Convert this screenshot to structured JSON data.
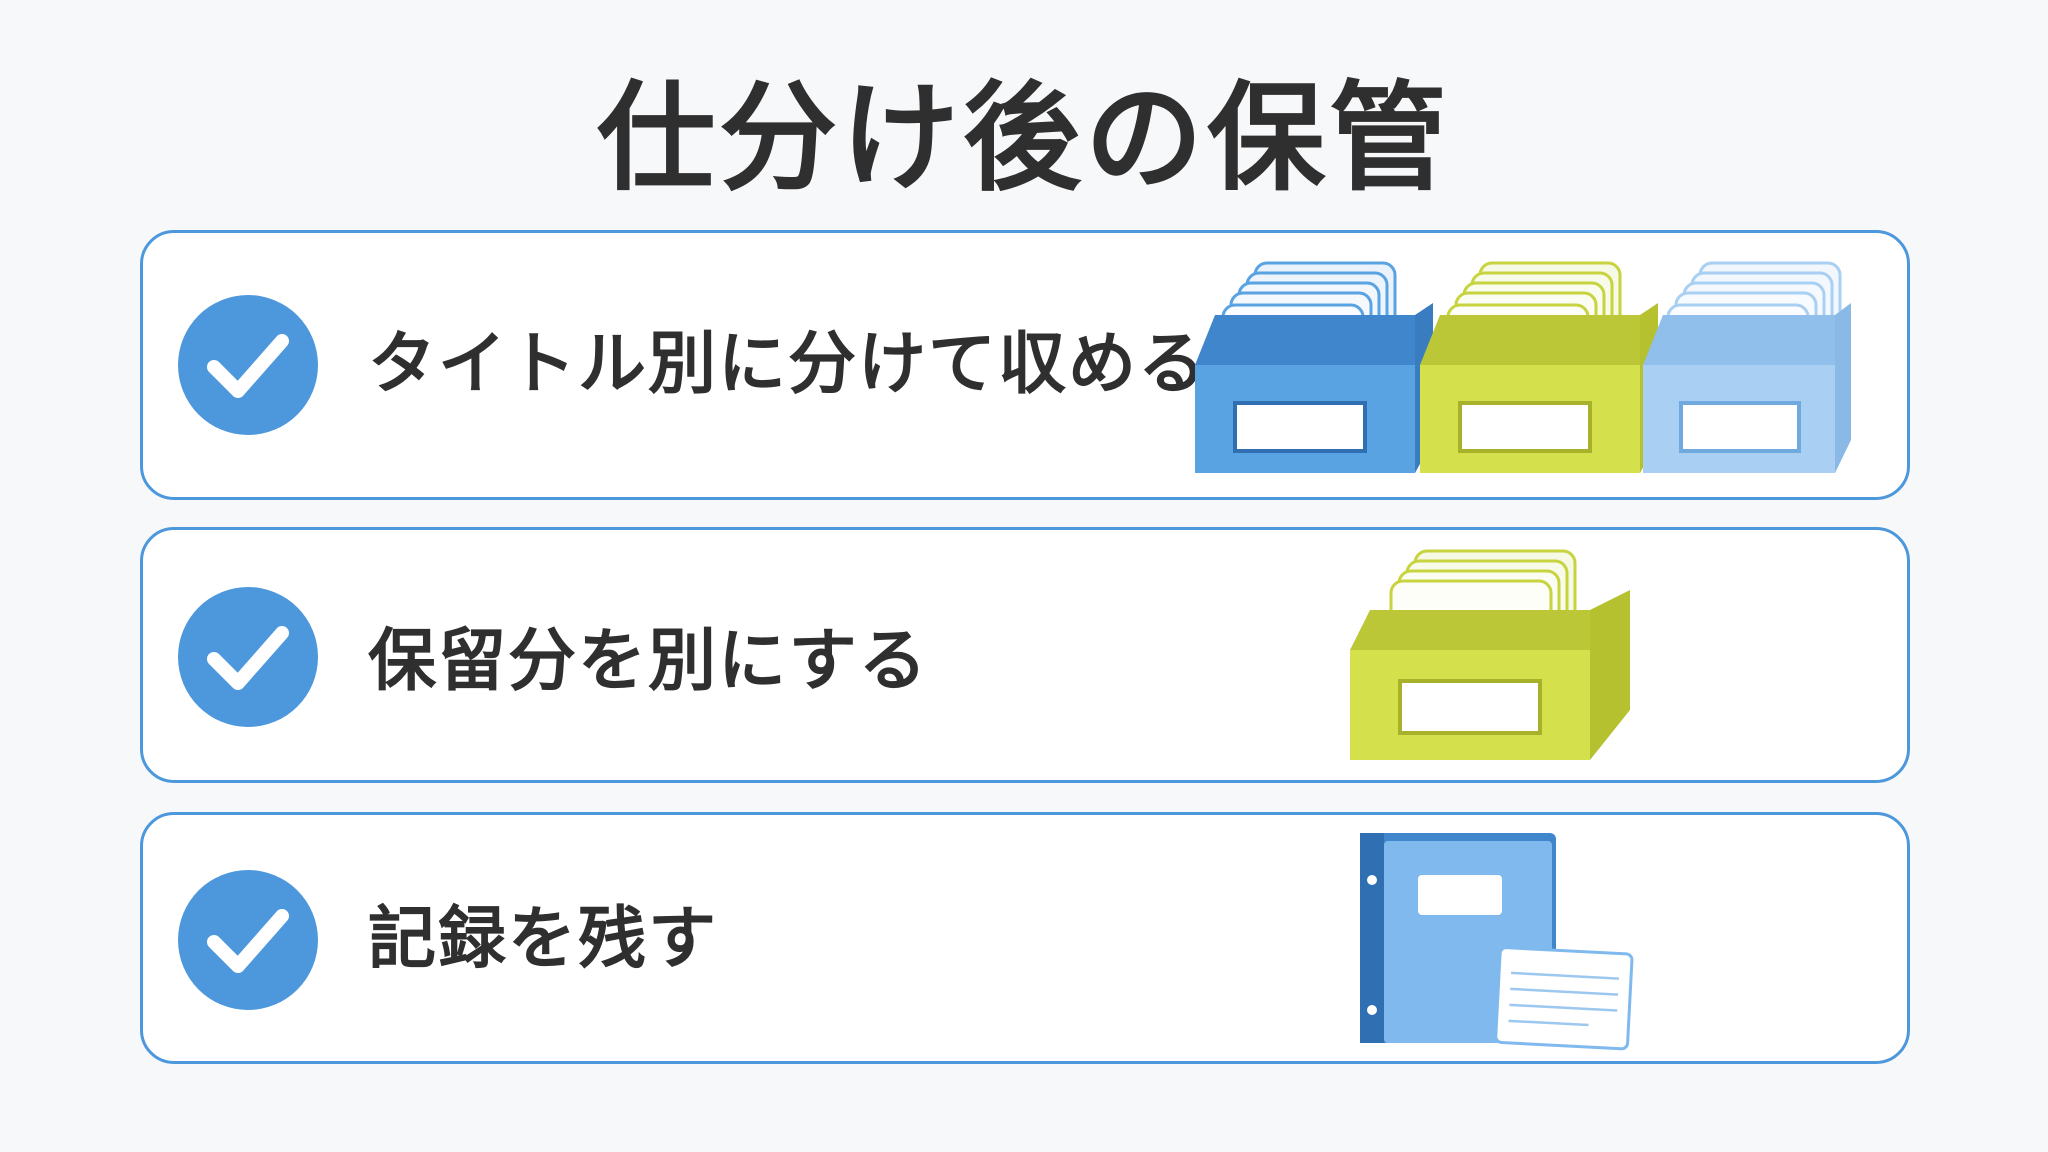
{
  "title": "仕分け後の保管",
  "items": [
    {
      "label": "タイトル別に分けて収める",
      "icon": "check-circle-icon",
      "illustration": "three-file-boxes-icon"
    },
    {
      "label": "保留分を別にする",
      "icon": "check-circle-icon",
      "illustration": "file-box-icon"
    },
    {
      "label": "記録を残す",
      "icon": "check-circle-icon",
      "illustration": "binder-with-note-icon"
    }
  ],
  "colors": {
    "accent_blue": "#4d97dc",
    "box_blue": "#5aa3e3",
    "box_lime": "#d4e04c",
    "box_light_blue": "#a9cff2",
    "text": "#2f2f2f",
    "background": "#f7f8fa"
  }
}
